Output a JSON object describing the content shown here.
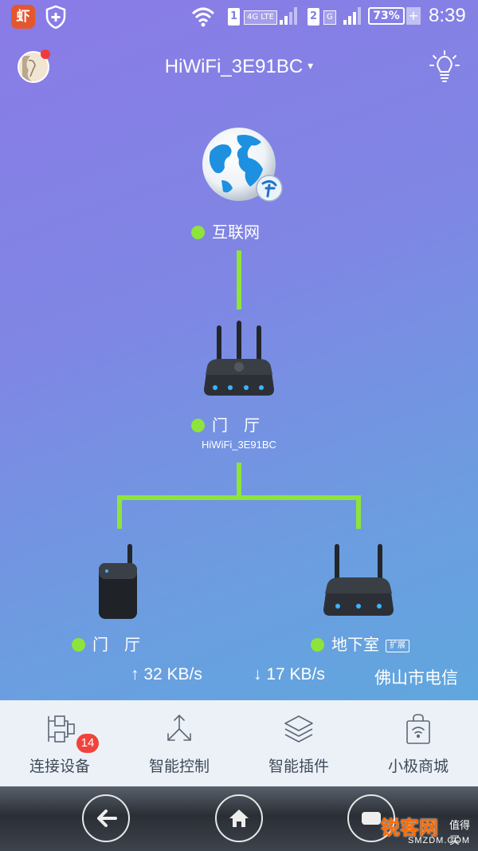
{
  "status_bar": {
    "app_icon_text": "虾",
    "sim1": "1",
    "sim1_network": "4G LTE",
    "sim2": "2",
    "sim2_network": "G",
    "battery": "73%",
    "battery_charging": "+",
    "time": "8:39"
  },
  "header": {
    "title": "HiWiFi_3E91BC",
    "caret": "▾",
    "has_notification": true
  },
  "topology": {
    "internet_label": "互联网",
    "main_router_label": "门　厅",
    "main_router_ssid": "HiWiFi_3E91BC",
    "left_device_label": "门　厅",
    "right_device_label": "地下室",
    "right_device_tag": "扩展",
    "status_color": "#8ee43a"
  },
  "traffic": {
    "upload": "↑ 32 KB/s",
    "download": "↓ 17 KB/s",
    "isp": "佛山市电信"
  },
  "tabs": [
    {
      "label": "连接设备",
      "icon": "devices-icon",
      "badge": "14"
    },
    {
      "label": "智能控制",
      "icon": "smart-control-icon"
    },
    {
      "label": "智能插件",
      "icon": "plugins-icon"
    },
    {
      "label": "小极商城",
      "icon": "shop-icon"
    }
  ],
  "watermark": {
    "main": "锐客网",
    "side": "值得买",
    "sub": "SMZDM.COM"
  }
}
